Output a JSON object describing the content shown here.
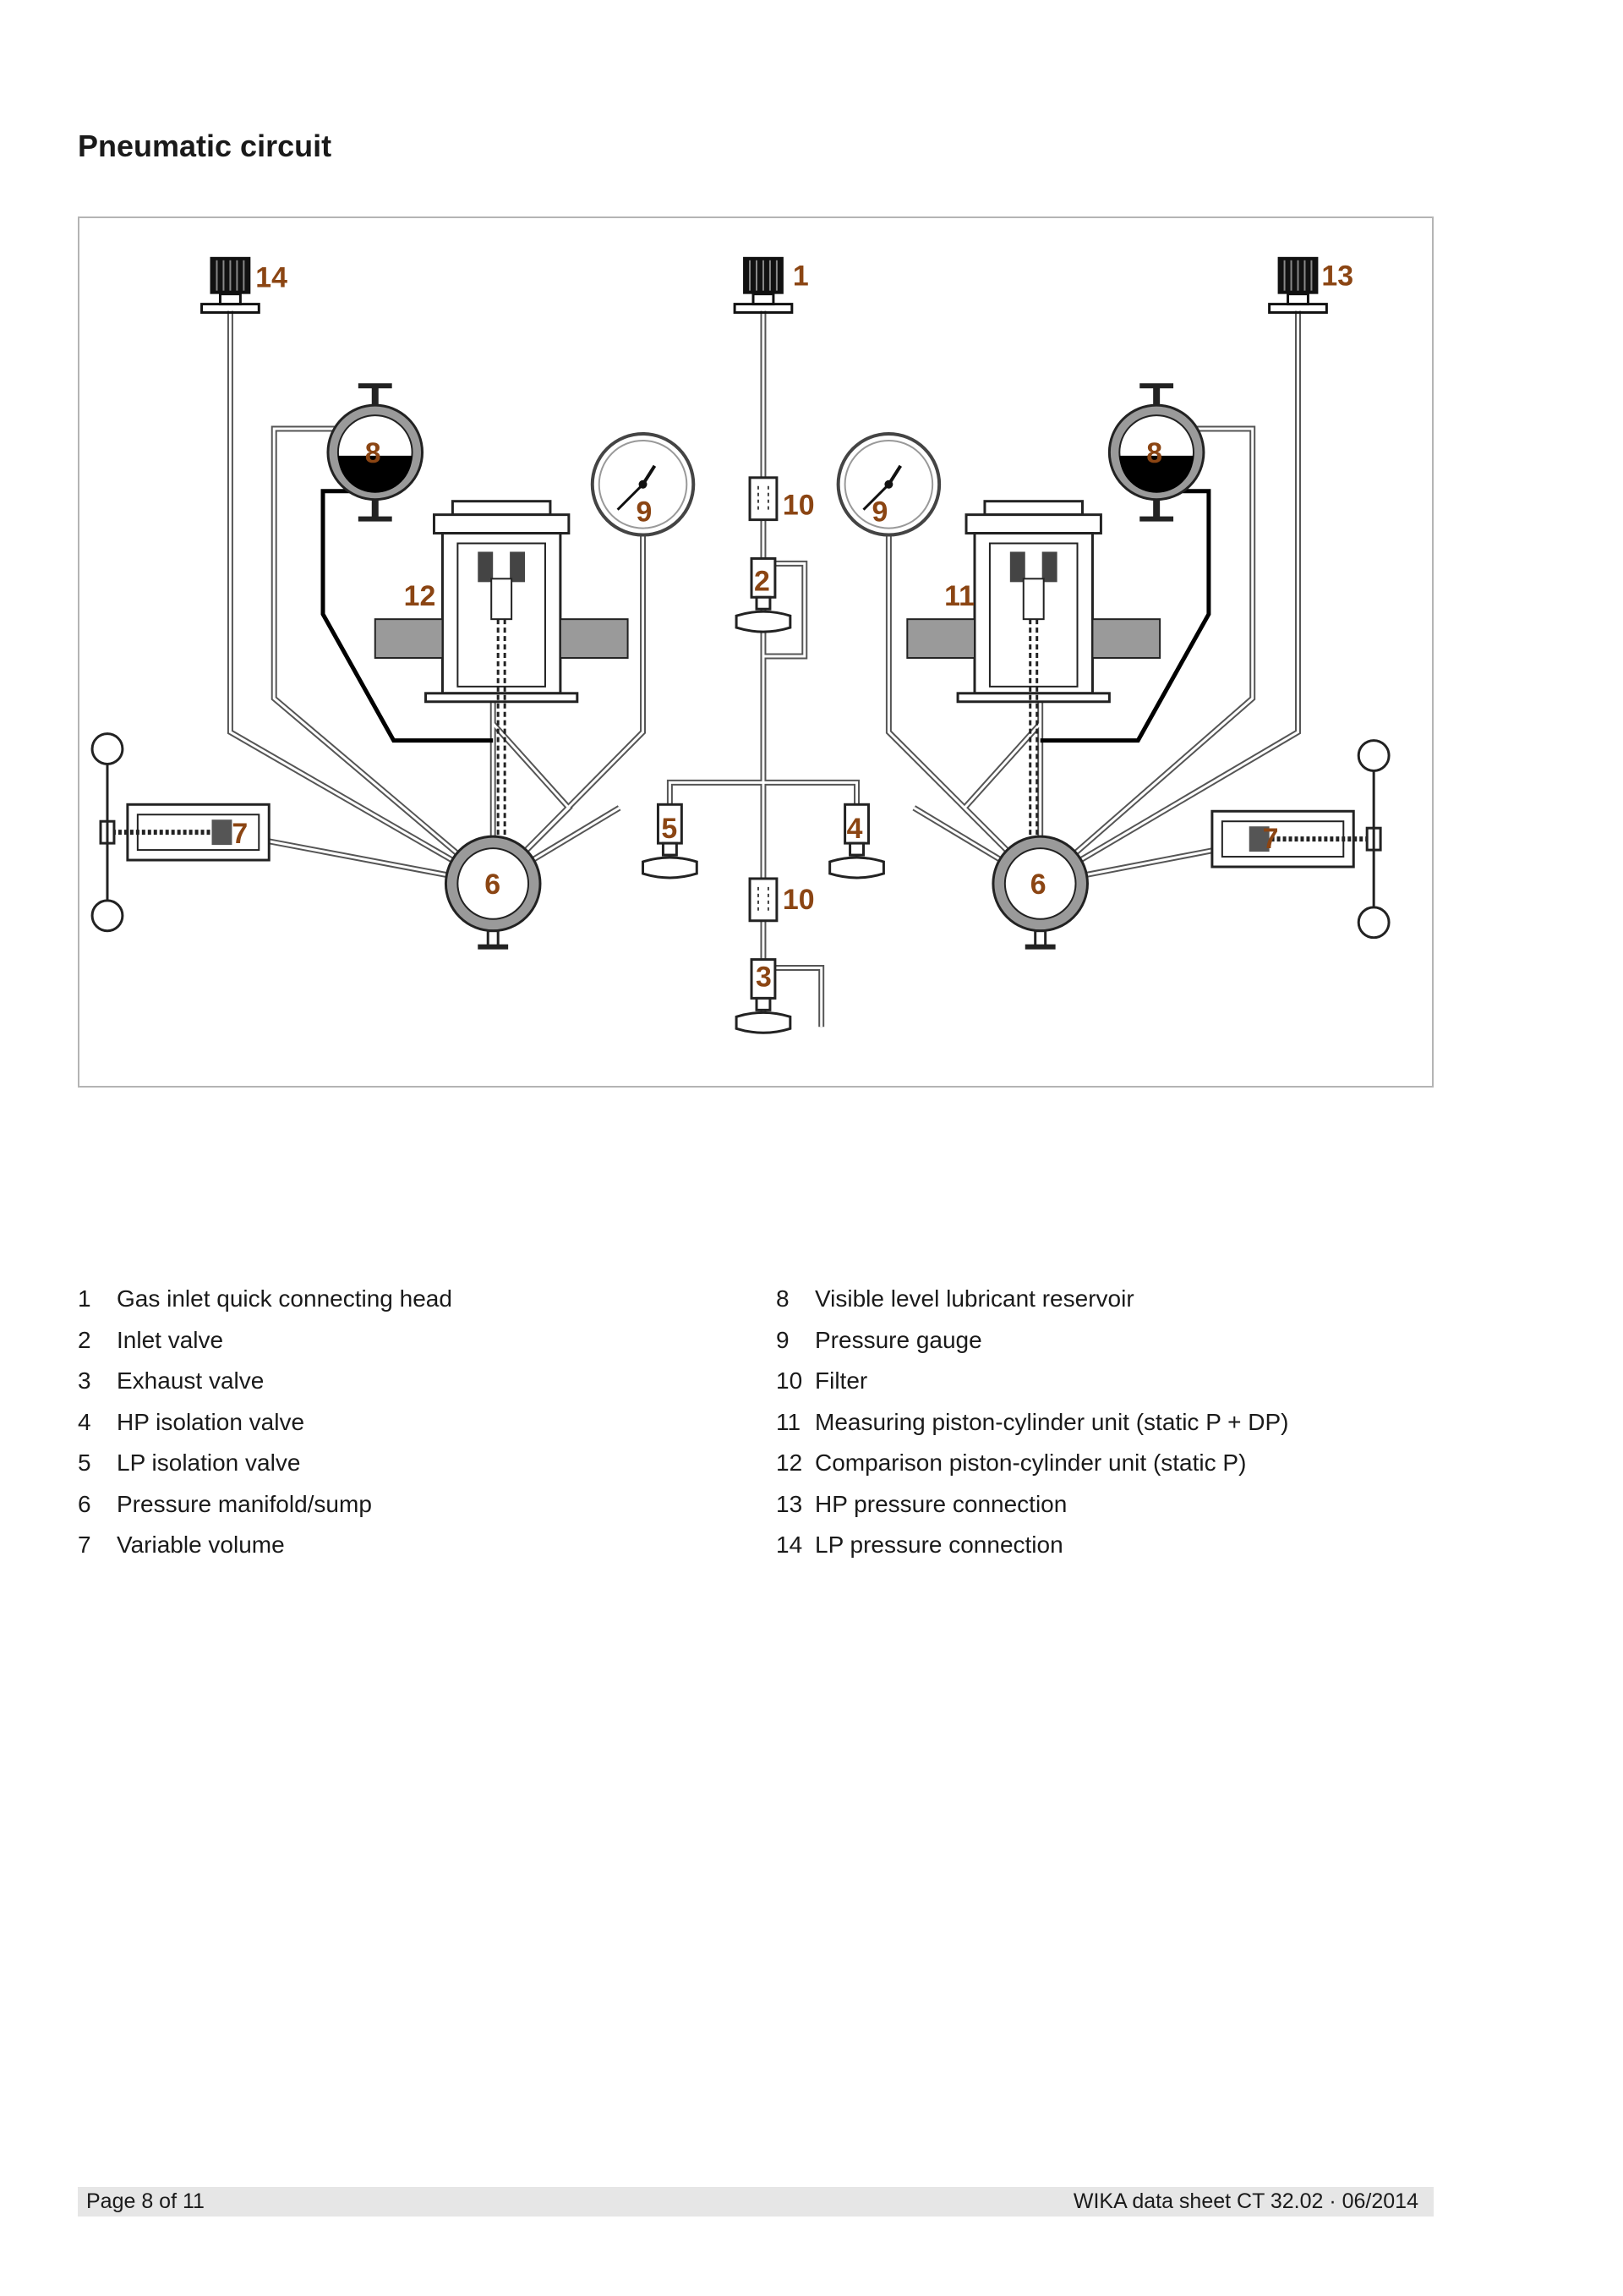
{
  "title": "Pneumatic circuit",
  "diagram": {
    "callouts": [
      "1",
      "2",
      "3",
      "4",
      "5",
      "6",
      "6",
      "7",
      "7",
      "8",
      "8",
      "9",
      "9",
      "10",
      "10",
      "11",
      "12",
      "13",
      "14"
    ],
    "colors": {
      "label": "#8b4513",
      "line": "#555555",
      "fill_dark": "#000000",
      "body_gray": "#9a9a9a"
    }
  },
  "legend": [
    {
      "num": "1",
      "text": "Gas inlet quick connecting head"
    },
    {
      "num": "2",
      "text": "Inlet valve"
    },
    {
      "num": "3",
      "text": "Exhaust valve"
    },
    {
      "num": "4",
      "text": "HP isolation valve"
    },
    {
      "num": "5",
      "text": "LP isolation valve"
    },
    {
      "num": "6",
      "text": "Pressure manifold/sump"
    },
    {
      "num": "7",
      "text": "Variable volume"
    },
    {
      "num": "8",
      "text": "Visible level lubricant reservoir"
    },
    {
      "num": "9",
      "text": "Pressure gauge"
    },
    {
      "num": "10",
      "text": "Filter"
    },
    {
      "num": "11",
      "text": "Measuring piston-cylinder unit (static P + DP)"
    },
    {
      "num": "12",
      "text": "Comparison piston-cylinder unit (static P)"
    },
    {
      "num": "13",
      "text": "HP pressure connection"
    },
    {
      "num": "14",
      "text": "LP pressure connection"
    }
  ],
  "footer": {
    "page": "Page 8 of 11",
    "doc": "WIKA data sheet CT 32.02 · 06/2014"
  }
}
